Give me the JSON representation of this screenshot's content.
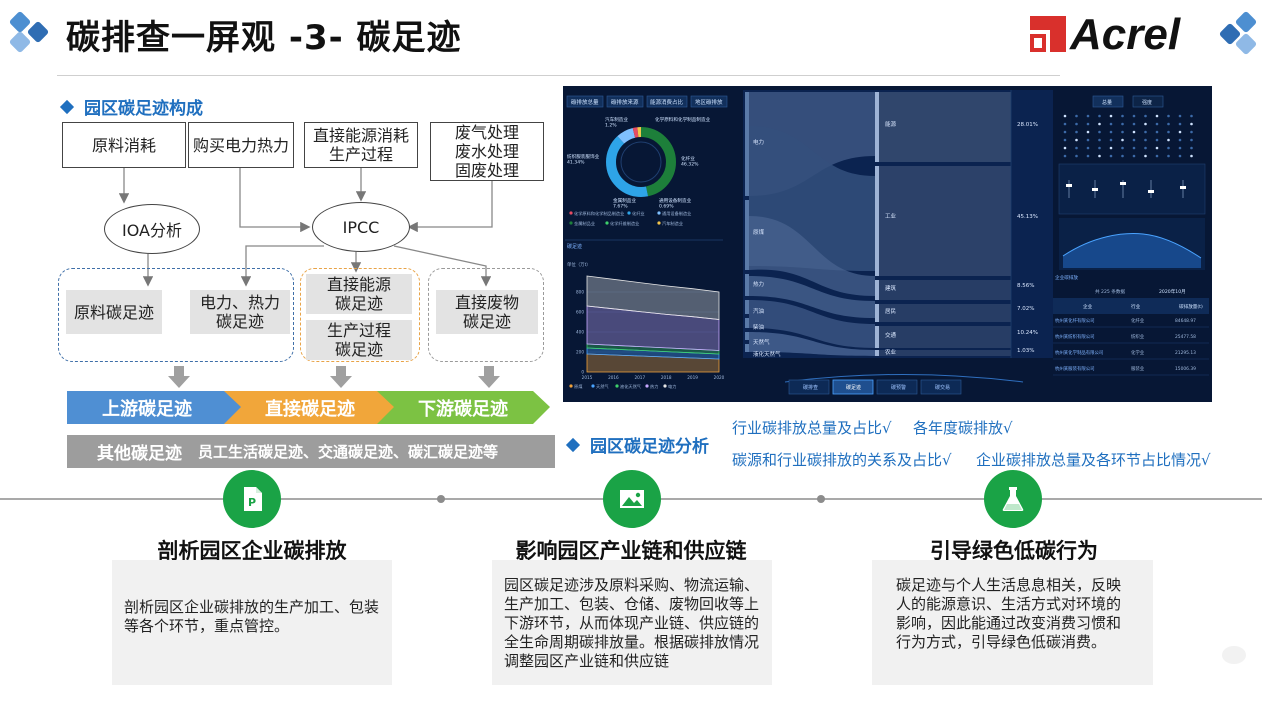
{
  "header": {
    "title": "碳排查一屏观 -3- 碳足迹",
    "logo_text": "Acrel"
  },
  "sections": {
    "composition": "园区碳足迹构成",
    "analysis": "园区碳足迹分析"
  },
  "diagram": {
    "sources": [
      "原料消耗",
      "购买电力热力",
      "直接能源消耗\n生产过程",
      "废气处理\n废水处理\n固废处理"
    ],
    "methods": [
      "IOA分析",
      "IPCC"
    ],
    "footprints": {
      "raw": "原料碳足迹",
      "power": "电力、热力\n碳足迹",
      "energy": "直接能源\n碳足迹",
      "process": "生产过程\n碳足迹",
      "waste": "直接废物\n碳足迹"
    },
    "streams": [
      "上游碳足迹",
      "直接碳足迹",
      "下游碳足迹"
    ],
    "other": {
      "label": "其他碳足迹",
      "detail": "员工生活碳足迹、交通碳足迹、碳汇碳足迹等"
    }
  },
  "dashboard": {
    "top_tabs": [
      "碳排放总量",
      "碳排放来源",
      "能源消费占比",
      "地区碳排放"
    ],
    "donut_labels": {
      "top_left": "汽车制造业\n1.2%",
      "top_right": "化学原料和化学制品制造业",
      "left": "纺织服装服饰业\n41.34%",
      "right": "化纤业\n46.32%",
      "bottom_left": "金属制品业\n7.67%",
      "bottom_right": "通用设备制造业\n0.69%"
    },
    "donut_legend": [
      "化学原料和化学制品制造业",
      "化纤业",
      "通用设备制造业",
      "金属制品业",
      "化学纤维制造业",
      "汽车制造业"
    ],
    "trend_title": "碳足迹",
    "trend_unit": "单位（万t）",
    "trend_legend": [
      "原煤",
      "天然气",
      "液化天然气",
      "热力",
      "电力"
    ],
    "sankey_sources": [
      "电力",
      "原煤",
      "热力",
      "汽油",
      "柴油",
      "天然气",
      "液化天然气"
    ],
    "sankey_targets": [
      {
        "name": "能源",
        "pct": "28.01%"
      },
      {
        "name": "工业",
        "pct": "45.13%"
      },
      {
        "name": "建筑",
        "pct": "8.56%"
      },
      {
        "name": "居民",
        "pct": "7.02%"
      },
      {
        "name": "交通",
        "pct": "10.24%"
      },
      {
        "name": "农业",
        "pct": "1.03%"
      }
    ],
    "bottom_tabs": [
      "碳排查",
      "碳足迹",
      "碳预警",
      "碳交易"
    ],
    "right_tabs": [
      "总量",
      "强度"
    ],
    "ranking_title": "企业碳排放",
    "ranking_subtitle": "共 225 条数据",
    "ranking_date": "2020年10月",
    "ranking_headers": [
      "企业",
      "行业",
      "碳排放量(t)"
    ],
    "ranking_rows": [
      {
        "company": "杭州某化纤有限公司",
        "industry": "化纤业",
        "value": "84648.97"
      },
      {
        "company": "杭州某纺织有限公司",
        "industry": "纺织业",
        "value": "25477.58"
      },
      {
        "company": "杭州某化学制品有限公司",
        "industry": "化学业",
        "value": "21295.13"
      },
      {
        "company": "杭州某服装有限公司",
        "industry": "服装业",
        "value": "15006.39"
      }
    ],
    "colors": {
      "bg": "#071735",
      "sankey_flow": "#3a4f73",
      "accent": "#4aa3ff"
    }
  },
  "chart_data": {
    "type": "area",
    "title": "碳足迹",
    "ylabel": "单位（万t）",
    "x": [
      2015,
      2016,
      2017,
      2018,
      2019,
      2020
    ],
    "ylim": [
      0,
      1000
    ],
    "series": [
      {
        "name": "原煤",
        "values": [
          180,
          170,
          160,
          150,
          140,
          130
        ]
      },
      {
        "name": "天然气",
        "values": [
          60,
          58,
          56,
          54,
          52,
          50
        ]
      },
      {
        "name": "液化天然气",
        "values": [
          40,
          39,
          38,
          37,
          36,
          35
        ]
      },
      {
        "name": "热力",
        "values": [
          380,
          365,
          350,
          335,
          325,
          310
        ]
      },
      {
        "name": "电力",
        "values": [
          300,
          295,
          290,
          285,
          280,
          275
        ]
      }
    ]
  },
  "analysis_notes": [
    "行业碳排放总量及占比√",
    "各年度碳排放√",
    "碳源和行业碳排放的关系及占比√",
    "企业碳排放总量及各环节占比情况√"
  ],
  "columns": [
    {
      "icon": "document-icon",
      "title": "剖析园区企业碳排放",
      "body": "剖析园区企业碳排放的生产加工、包装等各个环节，重点管控。"
    },
    {
      "icon": "image-icon",
      "title": "影响园区产业链和供应链",
      "body": "园区碳足迹涉及原料采购、物流运输、生产加工、包装、仓储、废物回收等上下游环节，从而体现产业链、供应链的全生命周期碳排放量。根据碳排放情况调整园区产业链和供应链"
    },
    {
      "icon": "flask-icon",
      "title": "引导绿色低碳行为",
      "body": "碳足迹与个人生活息息相关，反映人的能源意识、生活方式对环境的影响，因此能通过改变消费习惯和行为方式，引导绿色低碳消费。"
    }
  ],
  "colors": {
    "accent_blue": "#1f6fbf",
    "green": "#1aa346",
    "stream_up": "#4f8fd3",
    "stream_direct": "#f1a63a",
    "stream_down": "#7cc243"
  }
}
